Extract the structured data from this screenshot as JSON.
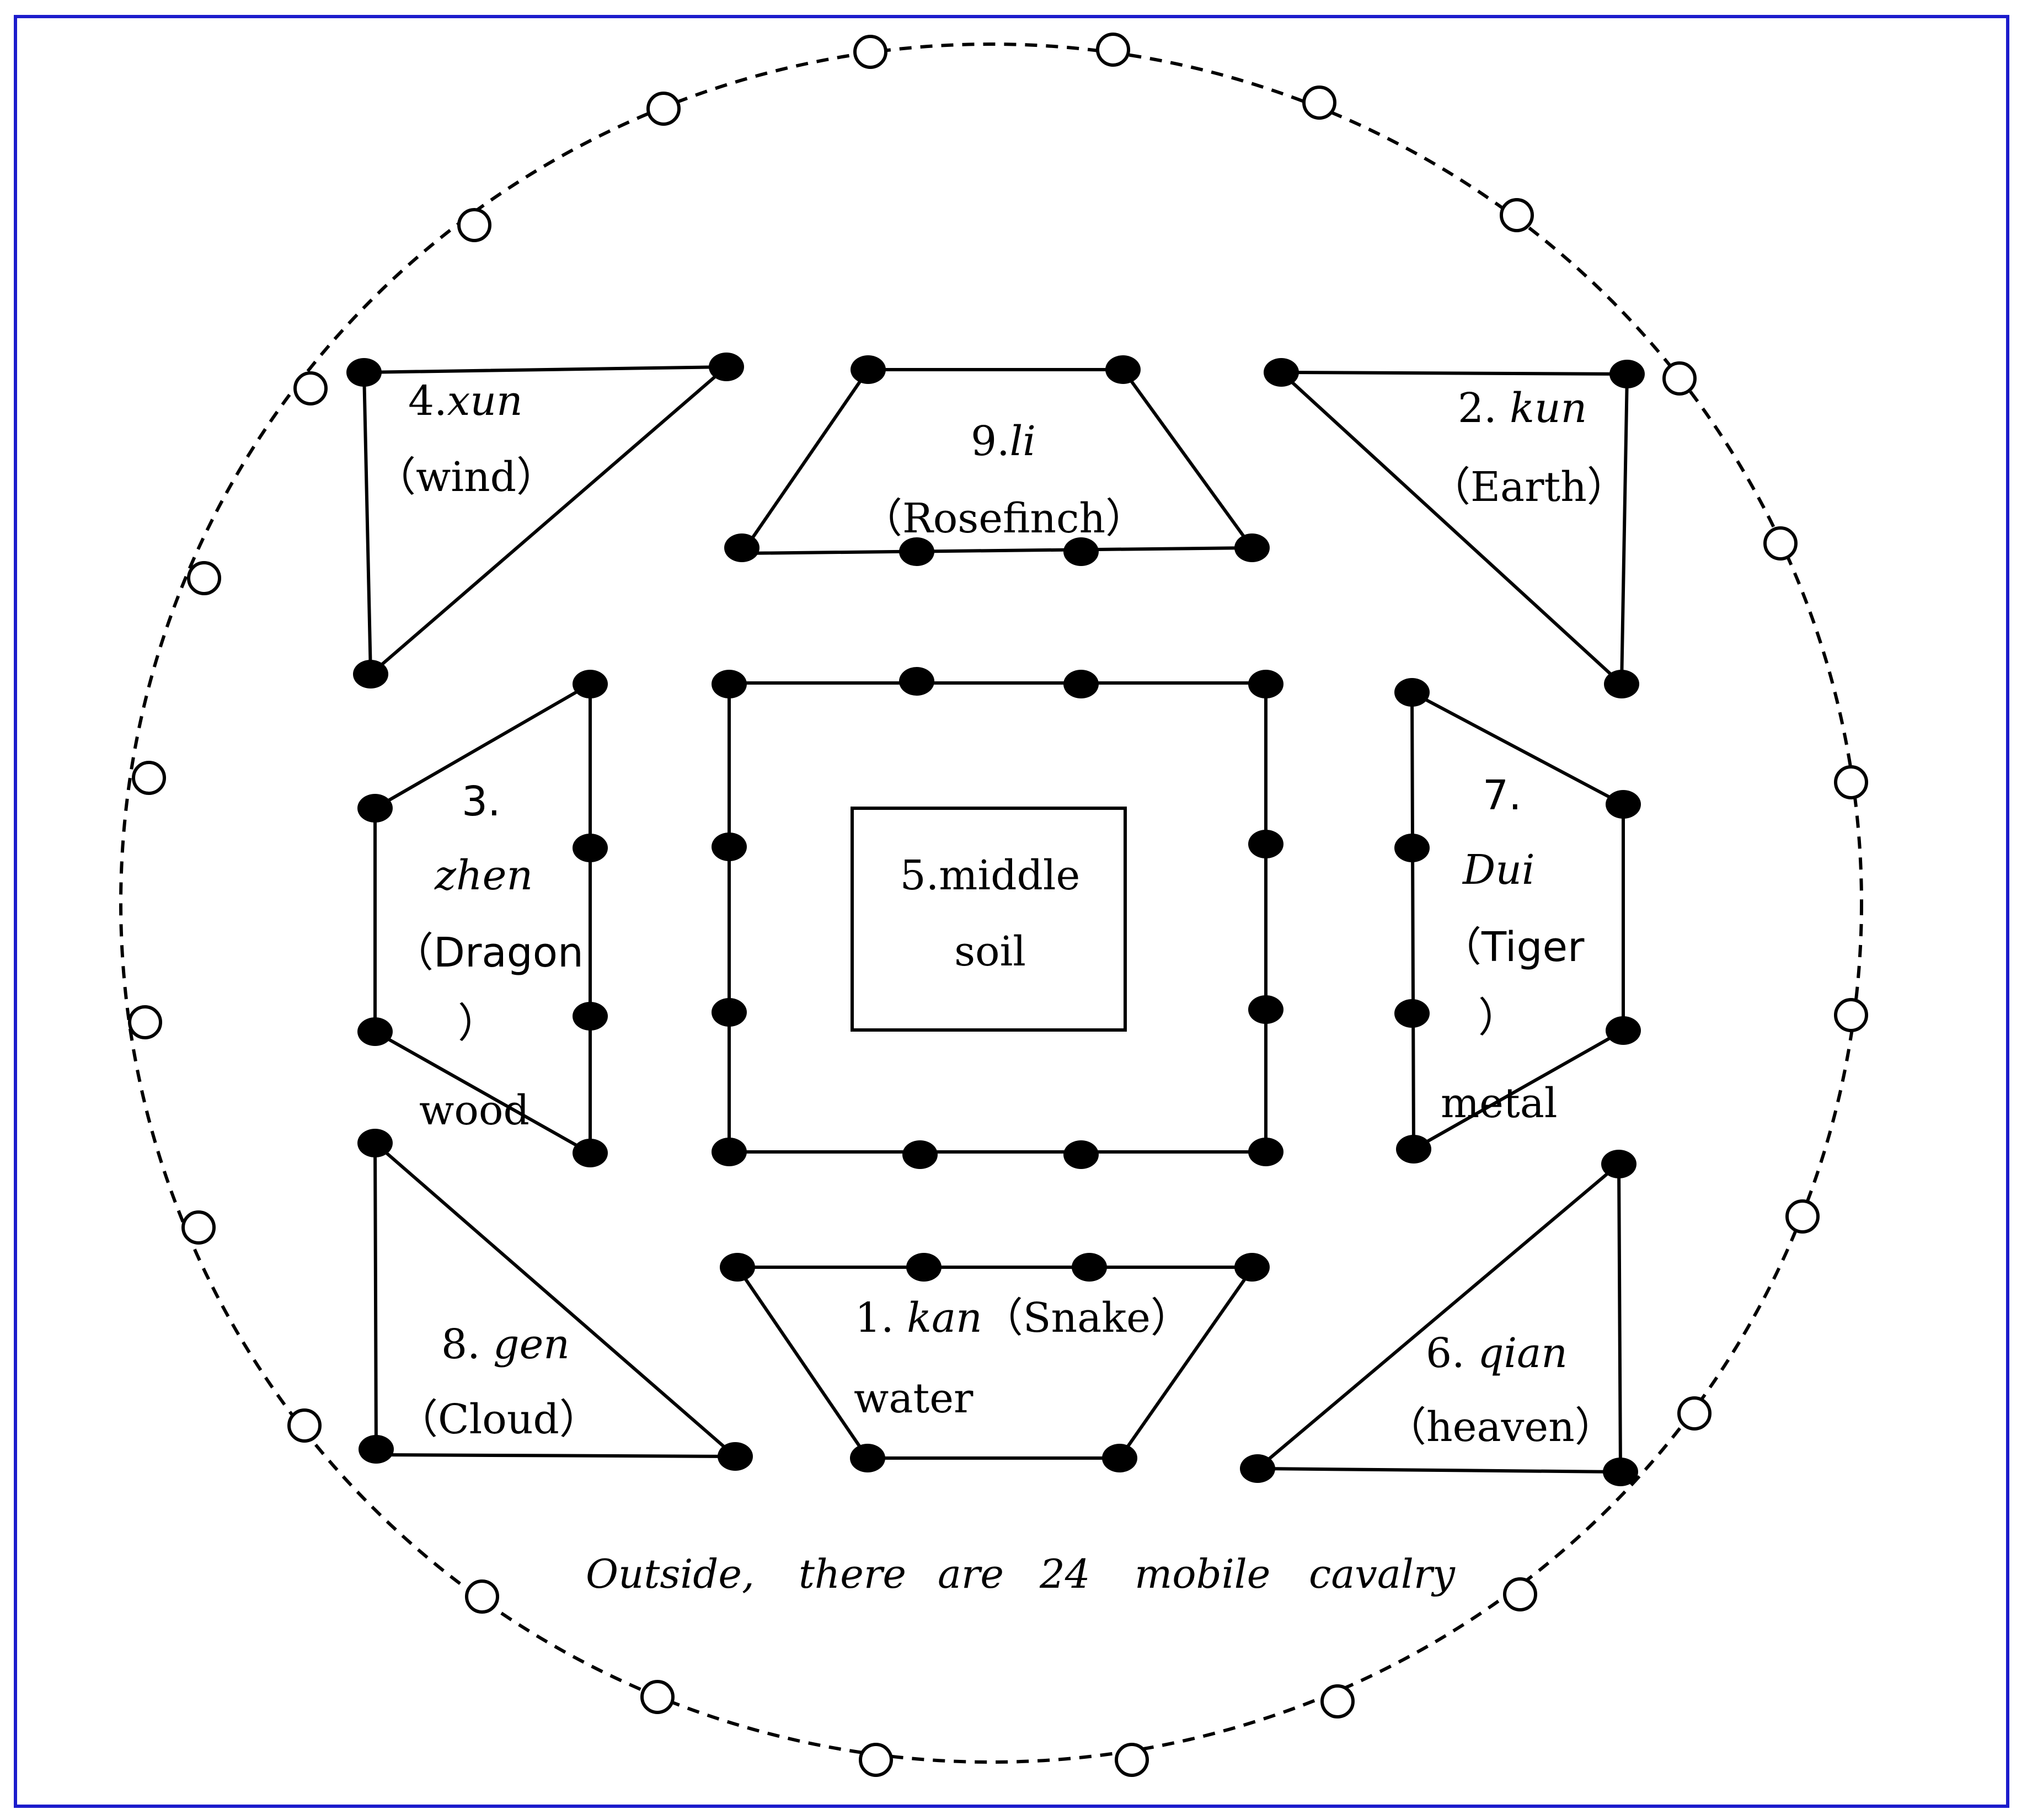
{
  "frame_color": "#1c1ccc",
  "ink_color": "#000000",
  "formations": {
    "xun": {
      "number": "4.",
      "name": "xun",
      "meaning": "（wind）"
    },
    "li": {
      "number": "9.",
      "name": "li",
      "meaning": "（Rosefinch）"
    },
    "kun": {
      "number": "2. ",
      "name": "kun",
      "meaning": "（Earth）"
    },
    "zhen": {
      "number": "3.",
      "name": "zhen",
      "meaning_a": "（Dragon",
      "meaning_b": "）",
      "element": "wood"
    },
    "middle": {
      "line1": "5.middle",
      "line2": "soil"
    },
    "dui": {
      "number": "7.",
      "name": "Dui",
      "meaning_a": "（Tiger",
      "meaning_b": "）",
      "element": "metal"
    },
    "gen": {
      "number": "8. ",
      "name": "gen",
      "meaning": "（Cloud）"
    },
    "kan": {
      "number": "1. ",
      "name": "kan",
      "meaning": "（Snake）",
      "element": "water"
    },
    "qian": {
      "number": "6. ",
      "name": "qian",
      "meaning": "（heaven）"
    }
  },
  "caption": {
    "words": [
      "Outside,",
      "there",
      "are",
      "24",
      "mobile",
      "cavalry"
    ]
  },
  "outer_ring": {
    "style": "dashed circle",
    "marker_count": 24,
    "marker": "open-circle"
  },
  "inner_marker": "filled-circle"
}
